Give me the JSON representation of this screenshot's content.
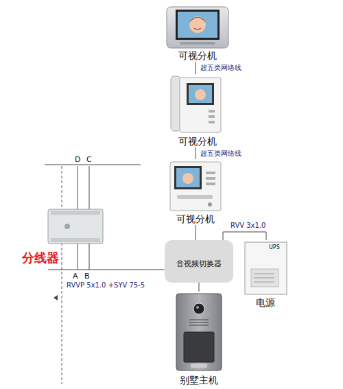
{
  "diagram": {
    "nodes": [
      {
        "text": [
          "可视分机"
        ]
      },
      {
        "text": [
          "可视分机"
        ]
      },
      {
        "text": [
          "可视分机"
        ]
      },
      {
        "text": [
          "分线器"
        ]
      },
      {
        "text": [
          "音视频切换器"
        ]
      },
      {
        "text": [
          "电源"
        ]
      },
      {
        "text": [
          "别墅主机"
        ]
      }
    ],
    "edges": [
      {
        "from": 0,
        "to": 1,
        "label": "超五类网络线",
        "arrow": "none"
      },
      {
        "from": 1,
        "to": 2,
        "label": "超五类网络线",
        "arrow": "none"
      },
      {
        "from": 2,
        "to": 4,
        "arrow": "none"
      },
      {
        "from": 3,
        "to": 4,
        "label": "RVVP 5x1.0 +SYV 75-5",
        "arrow": "none"
      },
      {
        "from": 4,
        "to": 5,
        "label": "RVV 3x1.0",
        "arrow": "none"
      },
      {
        "from": 4,
        "to": 6,
        "arrow": "none"
      }
    ],
    "labels": [
      "D",
      "C",
      "A",
      "B",
      "UPS"
    ]
  }
}
